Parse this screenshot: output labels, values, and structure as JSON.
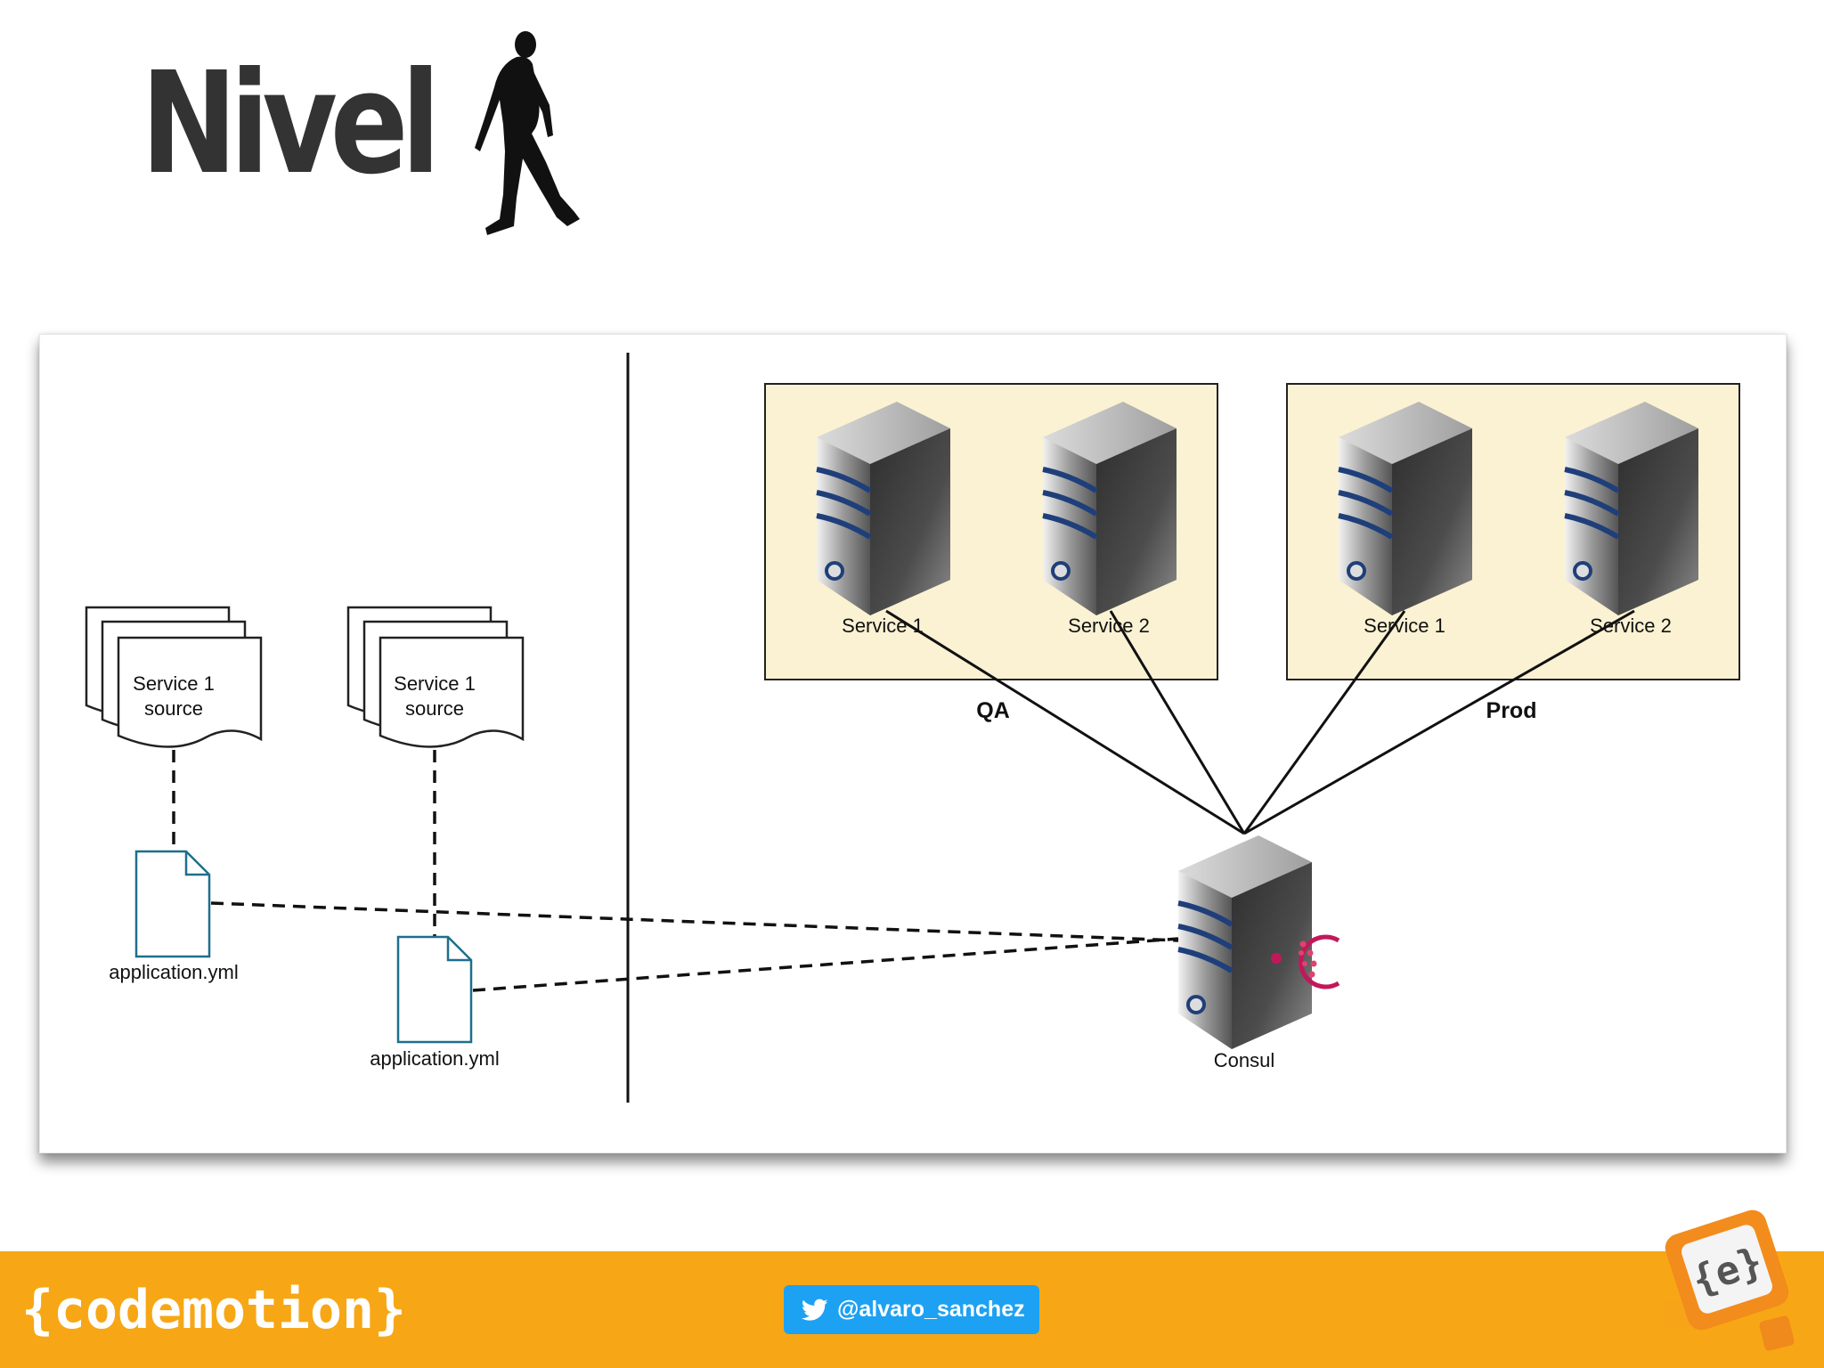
{
  "slide": {
    "title": "Nivel",
    "walker_icon": "walking-person-icon"
  },
  "diagram": {
    "sources": [
      {
        "label_line1": "Service 1",
        "label_line2": "source",
        "config_file": "application.yml"
      },
      {
        "label_line1": "Service 1",
        "label_line2": "source",
        "config_file": "application.yml"
      }
    ],
    "environments": [
      {
        "name": "QA",
        "services": [
          "Service 1",
          "Service 2"
        ]
      },
      {
        "name": "Prod",
        "services": [
          "Service 1",
          "Service 2"
        ]
      }
    ],
    "consul": {
      "label": "Consul"
    },
    "colors": {
      "env_fill": "#fbf2d3",
      "server_stripe": "#1f3f7a",
      "file_outline": "#1d6f8d"
    }
  },
  "footer": {
    "brand": "{codemotion}",
    "twitter_handle": "@alvaro_sanchez",
    "twitter_icon": "twitter-bird-icon",
    "corner_logo": "{e}",
    "colors": {
      "bar": "#f7a715",
      "badge": "#1da1f2"
    }
  }
}
